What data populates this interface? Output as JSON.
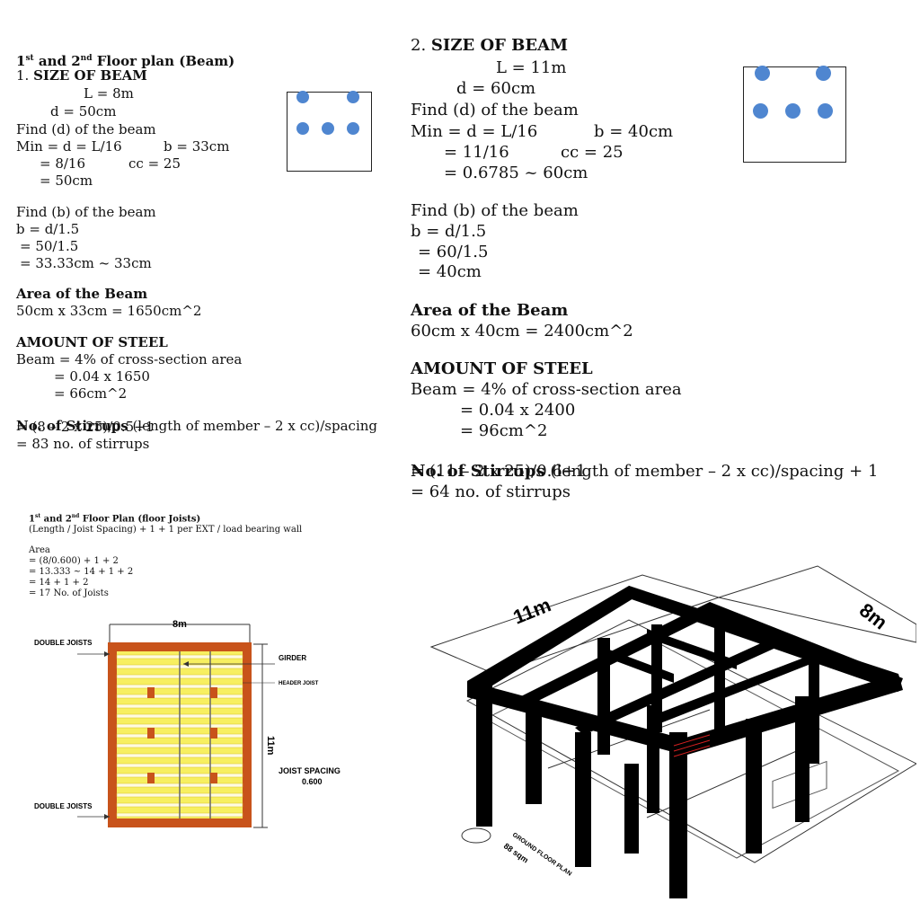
{
  "left": {
    "heading_prefix": "1",
    "heading_sup1": "st",
    "heading_mid": " and 2",
    "heading_sup2": "nd",
    "heading_suffix": " Floor plan (Beam)",
    "section_num": "1. ",
    "section_title": "SIZE OF BEAM",
    "lines": {
      "L": "L = 8m",
      "d": "d = 50cm",
      "find_d": "Find (d) of the beam",
      "min": "Min = d = L/16",
      "b_val": "b = 33cm",
      "div": "= 8/16",
      "cc": "cc = 25",
      "d_res": "= 50cm",
      "find_b": "Find (b) of the beam",
      "b_eq": "b = d/1.5",
      "b_div": "= 50/1.5",
      "b_res": "= 33.33cm ~ 33cm",
      "area_title": "Area of the Beam",
      "area_val": "50cm x 33cm = 1650cm^2",
      "steel_title": "AMOUNT OF STEEL",
      "steel_1": "Beam = 4% of cross-section area",
      "steel_2": "= 0.04 x 1650",
      "steel_3": "= 66cm^2",
      "stir_bold": "No. of Stirrups",
      "stir_rest": " (length of member – 2 x cc)/spacing",
      "stir_calc": "= (8 – 2 x 25)/0.5+1",
      "stir_res": "= 83 no. of stirrups"
    }
  },
  "right": {
    "section_num": "2. ",
    "section_title": "SIZE OF BEAM",
    "lines": {
      "L": "L = 11m",
      "d": "d = 60cm",
      "find_d": "Find (d) of the beam",
      "min": "Min = d = L/16",
      "b_val": "b = 40cm",
      "div": "= 11/16",
      "cc": "cc = 25",
      "d_res": "= 0.6785 ~ 60cm",
      "find_b": "Find (b) of the beam",
      "b_eq": "b = d/1.5",
      "b_div": "= 60/1.5",
      "b_res": "= 40cm",
      "area_title": "Area of the Beam",
      "area_val": "60cm x 40cm = 2400cm^2",
      "steel_title": "AMOUNT OF STEEL",
      "steel_1": "Beam = 4% of cross-section area",
      "steel_2": "= 0.04 x 2400",
      "steel_3": "= 96cm^2",
      "stir_bold": "No. of Stirrups",
      "stir_rest": " (length of member – 2 x cc)/spacing + 1",
      "stir_calc": "= (11 – 2 x 25)/0.6+1",
      "stir_res": "= 64 no. of stirrups"
    }
  },
  "joists": {
    "heading_prefix": "1",
    "heading_sup1": "st",
    "heading_mid": " and 2",
    "heading_sup2": "nd",
    "heading_suffix": " Floor Plan (floor Joists)",
    "formula": "(Length / Joist Spacing) + 1 + 1 per EXT / load bearing wall",
    "area_label": "Area",
    "calc_1": "= (8/0.600) + 1 + 2",
    "calc_2": "= 13.333 ~ 14 + 1 + 2",
    "calc_3": "= 14 + 1 + 2",
    "calc_4": "= 17 No. of Joists",
    "dim_top": "8m",
    "dim_side": "11m",
    "double_joists_top": "DOUBLE JOISTS",
    "double_joists_bottom": "DOUBLE JOISTS",
    "girder": "GIRDER",
    "header_joist": "HEADER JOIST",
    "joist_spacing": "JOIST SPACING",
    "joist_spacing_val": "0.600"
  },
  "frame": {
    "dim_long": "11m",
    "dim_short": "8m",
    "plan_label": "GROUND FLOOR PLAN",
    "plan_area": "88 sqm"
  },
  "colors": {
    "rebar_dot": "#4f86d0",
    "wall": "#c8531b",
    "joist": "#f5f02a",
    "frame": "#000000"
  }
}
